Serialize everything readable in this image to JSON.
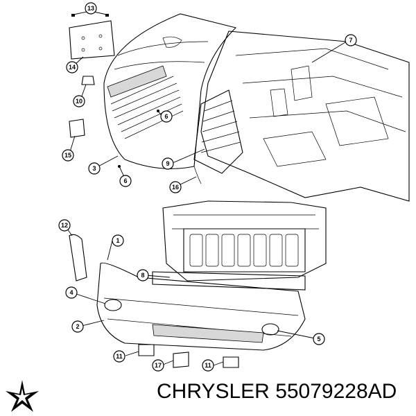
{
  "diagram": {
    "callouts": [
      "13",
      "14",
      "10",
      "15",
      "3",
      "6",
      "6",
      "7",
      "9",
      "16",
      "12",
      "1",
      "8",
      "4",
      "2",
      "5",
      "11",
      "17",
      "11"
    ]
  },
  "footer": {
    "brand": "CHRYSLER",
    "part_number": "55079228AD",
    "logo_icon": "chrysler-pentastar-icon"
  }
}
